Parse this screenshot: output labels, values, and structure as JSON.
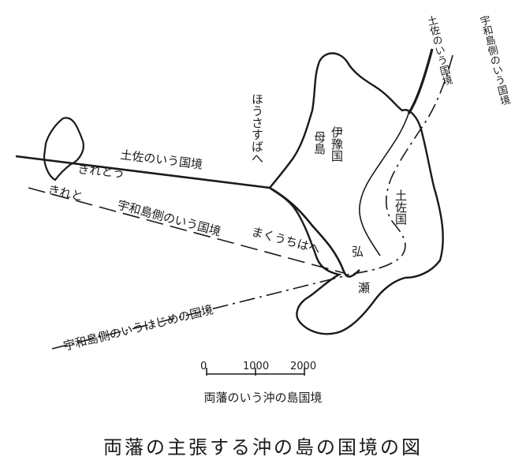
{
  "labels": {
    "tosa_border": "土佐のいう国境",
    "kireto1": "きれとう",
    "kireto2": "きれと",
    "uwajima_border": "宇和島側のいう国境",
    "makuuchi": "まくうちはへ",
    "uwajima_first_border": "宇和島側のいうはじめの国境",
    "housasubae": "ほうさすばへ",
    "tosa_border_v": "土佐のいう国境",
    "uwajima_border_v": "宇和島側のいう国境",
    "iyo_koku": "伊豫国",
    "moshima": "母島",
    "tosa_koku": "土佐国",
    "hiro": "弘",
    "se": "瀬"
  },
  "scale": {
    "ticks": [
      "0",
      "1000",
      "2000"
    ]
  },
  "legend": "両藩のいう沖の島国境",
  "title": "両藩の主張する沖の島の国境の図"
}
